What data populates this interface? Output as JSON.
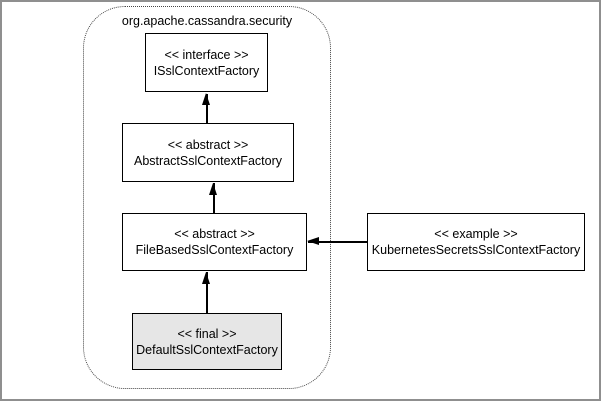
{
  "package": {
    "label": "org.apache.cassandra.security"
  },
  "nodes": {
    "issl": {
      "stereotype": "<< interface >>",
      "name": "ISslContextFactory"
    },
    "abstractssl": {
      "stereotype": "<< abstract >>",
      "name": "AbstractSslContextFactory"
    },
    "filebased": {
      "stereotype": "<< abstract >>",
      "name": "FileBasedSslContextFactory"
    },
    "defaultssl": {
      "stereotype": "<< final >>",
      "name": "DefaultSslContextFactory"
    },
    "kubernetes": {
      "stereotype": "<< example >>",
      "name": "KubernetesSecretsSslContextFactory"
    }
  },
  "edges": [
    {
      "from": "AbstractSslContextFactory",
      "to": "ISslContextFactory",
      "style": "solid-line-filled-arrow",
      "direction": "up"
    },
    {
      "from": "FileBasedSslContextFactory",
      "to": "AbstractSslContextFactory",
      "style": "solid-line-filled-arrow",
      "direction": "up"
    },
    {
      "from": "DefaultSslContextFactory",
      "to": "FileBasedSslContextFactory",
      "style": "solid-line-filled-arrow",
      "direction": "up"
    },
    {
      "from": "KubernetesSecretsSslContextFactory",
      "to": "FileBasedSslContextFactory",
      "style": "solid-line-filled-arrow",
      "direction": "left"
    }
  ],
  "colors": {
    "text": "#000000",
    "node_fill": "#ffffff",
    "node_border": "#000000",
    "final_node_fill": "#e6e6e6",
    "package_border": "#444444",
    "canvas_border": "#8f8f8f",
    "background": "#ffffff"
  }
}
